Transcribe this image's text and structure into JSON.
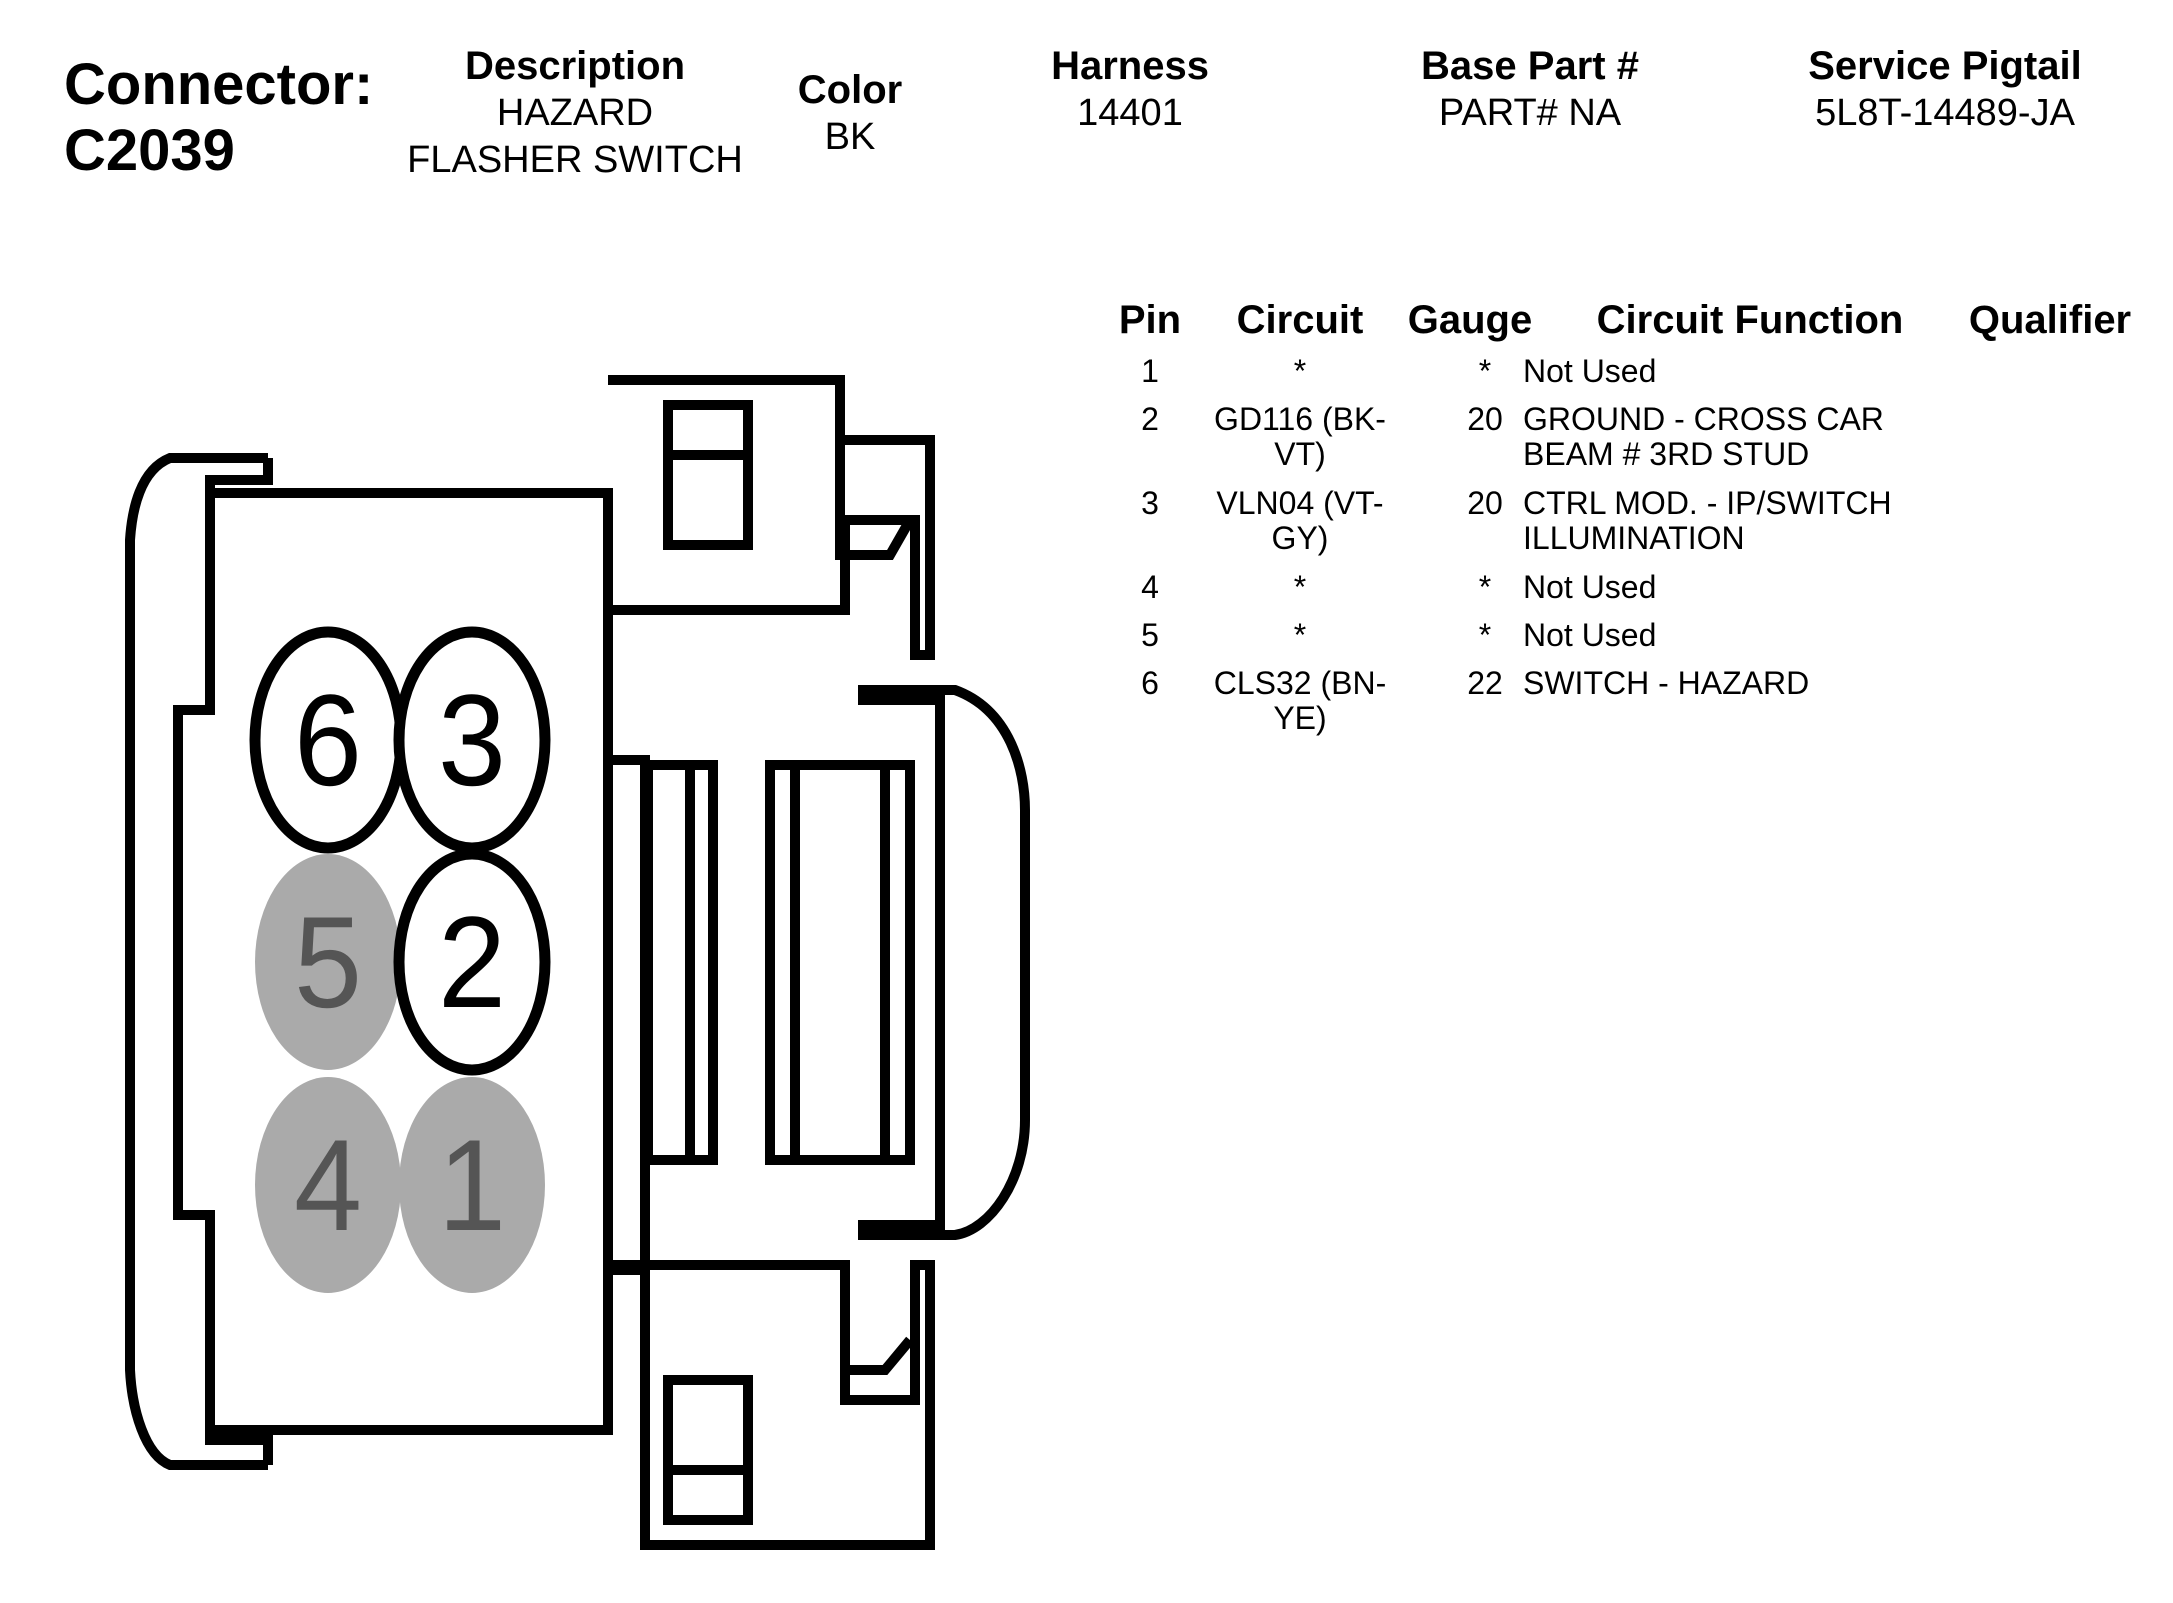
{
  "connector": {
    "label": "Connector:",
    "id": "C2039"
  },
  "header": {
    "description": {
      "label": "Description",
      "line1": "HAZARD",
      "line2": "FLASHER SWITCH"
    },
    "color": {
      "label": "Color",
      "value": "BK"
    },
    "harness": {
      "label": "Harness",
      "value": "14401"
    },
    "base_part": {
      "label": "Base Part #",
      "value": "PART# NA"
    },
    "service_pigtail": {
      "label": "Service Pigtail",
      "value": "5L8T-14489-JA"
    }
  },
  "table": {
    "headers": {
      "pin": "Pin",
      "circuit": "Circuit",
      "gauge": "Gauge",
      "function": "Circuit Function",
      "qualifier": "Qualifier"
    },
    "rows": [
      {
        "pin": "1",
        "circuit1": "*",
        "circuit2": "",
        "gauge": "*",
        "func1": "Not Used",
        "func2": "",
        "qualifier": ""
      },
      {
        "pin": "2",
        "circuit1": "GD116 (BK-",
        "circuit2": "VT)",
        "gauge": "20",
        "func1": "GROUND - CROSS CAR",
        "func2": "BEAM # 3RD STUD",
        "qualifier": ""
      },
      {
        "pin": "3",
        "circuit1": "VLN04 (VT-",
        "circuit2": "GY)",
        "gauge": "20",
        "func1": "CTRL MOD. - IP/SWITCH",
        "func2": "ILLUMINATION",
        "qualifier": ""
      },
      {
        "pin": "4",
        "circuit1": "*",
        "circuit2": "",
        "gauge": "*",
        "func1": "Not Used",
        "func2": "",
        "qualifier": ""
      },
      {
        "pin": "5",
        "circuit1": "*",
        "circuit2": "",
        "gauge": "*",
        "func1": "Not Used",
        "func2": "",
        "qualifier": ""
      },
      {
        "pin": "6",
        "circuit1": "CLS32 (BN-",
        "circuit2": "YE)",
        "gauge": "22",
        "func1": "SWITCH - HAZARD",
        "func2": "",
        "qualifier": ""
      }
    ]
  },
  "pins": [
    {
      "label": "6",
      "used": true
    },
    {
      "label": "3",
      "used": true
    },
    {
      "label": "5",
      "used": false
    },
    {
      "label": "2",
      "used": true
    },
    {
      "label": "4",
      "used": false
    },
    {
      "label": "1",
      "used": false
    }
  ],
  "colors": {
    "used_fill": "#ffffff",
    "unused_fill": "#aaaaaa",
    "unused_text": "#555555",
    "stroke": "#000000"
  }
}
